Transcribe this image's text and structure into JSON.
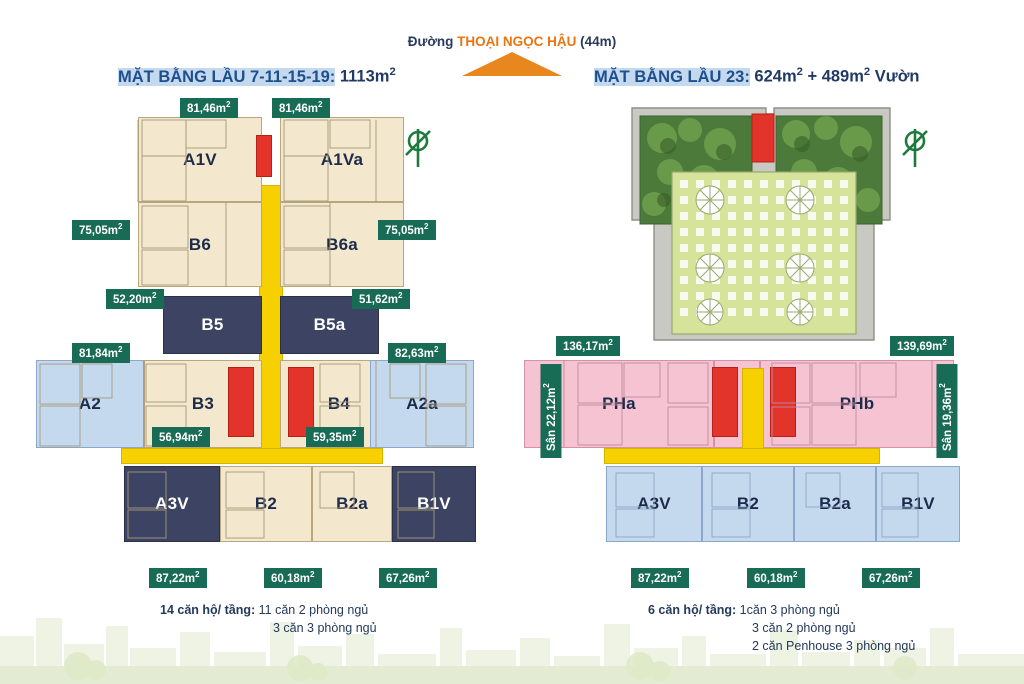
{
  "road": {
    "prefix": "Đường ",
    "name": "THOẠI NGỌC HẬU",
    "suffix": " (44m)",
    "arrow_color": "#e8871e"
  },
  "left_plan": {
    "title_bold": "MẶT BẰNG LẦU 7-11-15-19:",
    "title_area": " 1113m",
    "title_sup": "2",
    "units": [
      {
        "name": "A1V",
        "type": "beige"
      },
      {
        "name": "A1Va",
        "type": "beige"
      },
      {
        "name": "B6",
        "type": "beige"
      },
      {
        "name": "B6a",
        "type": "beige"
      },
      {
        "name": "B5",
        "type": "dark"
      },
      {
        "name": "B5a",
        "type": "dark"
      },
      {
        "name": "A2",
        "type": "blue"
      },
      {
        "name": "B3",
        "type": "beige"
      },
      {
        "name": "B4",
        "type": "beige"
      },
      {
        "name": "A2a",
        "type": "blue"
      },
      {
        "name": "A3V",
        "type": "dark"
      },
      {
        "name": "B2",
        "type": "beige"
      },
      {
        "name": "B2a",
        "type": "beige"
      },
      {
        "name": "B1V",
        "type": "dark"
      }
    ],
    "tags": [
      {
        "text": "81,46m2"
      },
      {
        "text": "81,46m2"
      },
      {
        "text": "75,05m2"
      },
      {
        "text": "75,05m2"
      },
      {
        "text": "52,20m2"
      },
      {
        "text": "51,62m2"
      },
      {
        "text": "81,84m2"
      },
      {
        "text": "82,63m2"
      },
      {
        "text": "56,94m2"
      },
      {
        "text": "59,35m2"
      },
      {
        "text": "87,22m2"
      },
      {
        "text": "60,18m2"
      },
      {
        "text": "67,26m2"
      }
    ],
    "legend": {
      "line1_bold": "14 căn hộ/ tầng:",
      "line1_rest": " 11 căn 2 phòng ngủ",
      "line2": "3 căn 3 phòng ngủ"
    }
  },
  "right_plan": {
    "title_bold": "MẶT BẰNG LẦU 23:",
    "title_area1": " 624m",
    "title_sup1": "2",
    "title_plus": " + 489m",
    "title_sup2": "2",
    "title_rest": " Vườn",
    "units": [
      {
        "name": "PHa",
        "type": "pink"
      },
      {
        "name": "PHb",
        "type": "pink"
      },
      {
        "name": "A3V",
        "type": "blue"
      },
      {
        "name": "B2",
        "type": "blue"
      },
      {
        "name": "B2a",
        "type": "blue"
      },
      {
        "name": "B1V",
        "type": "blue"
      }
    ],
    "tags": [
      {
        "text": "136,17m2"
      },
      {
        "text": "139,69m2"
      },
      {
        "text": "Sân 22,12m2"
      },
      {
        "text": "Sân 19,36m2"
      },
      {
        "text": "87,22m2"
      },
      {
        "text": "60,18m2"
      },
      {
        "text": "67,26m2"
      }
    ],
    "legend": {
      "line1_bold": "6 căn hộ/ tầng:",
      "line1_rest": " 1căn 3 phòng ngủ",
      "line2": "3 căn 2 phòng ngủ",
      "line3": "2 căn Penhouse 3 phòng ngủ"
    }
  },
  "colors": {
    "beige": "#f3e8cd",
    "blue": "#c5d9ee",
    "pink": "#f5c3d2",
    "dark": "#3d4463",
    "red": "#e2342a",
    "yellow": "#f7d000",
    "tag_green": "#186b54",
    "title_blue": "#213a63",
    "garden_green": "#cfe08a"
  }
}
